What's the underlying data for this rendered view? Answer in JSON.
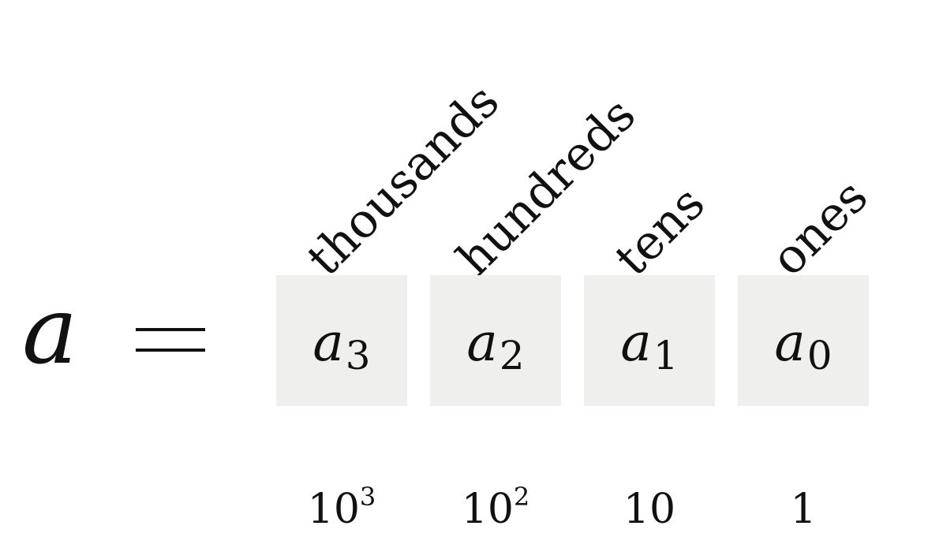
{
  "lhs": {
    "symbol": "a"
  },
  "columns": [
    {
      "label": "thousands",
      "digit_base": "a",
      "digit_index": "3",
      "weight_base": "10",
      "weight_exp": "3"
    },
    {
      "label": "hundreds",
      "digit_base": "a",
      "digit_index": "2",
      "weight_base": "10",
      "weight_exp": "2"
    },
    {
      "label": "tens",
      "digit_base": "a",
      "digit_index": "1",
      "weight_base": "10",
      "weight_exp": ""
    },
    {
      "label": "ones",
      "digit_base": "a",
      "digit_index": "0",
      "weight_base": "1",
      "weight_exp": ""
    }
  ],
  "colors": {
    "cell_fill": "#efefed",
    "text": "#111111"
  }
}
